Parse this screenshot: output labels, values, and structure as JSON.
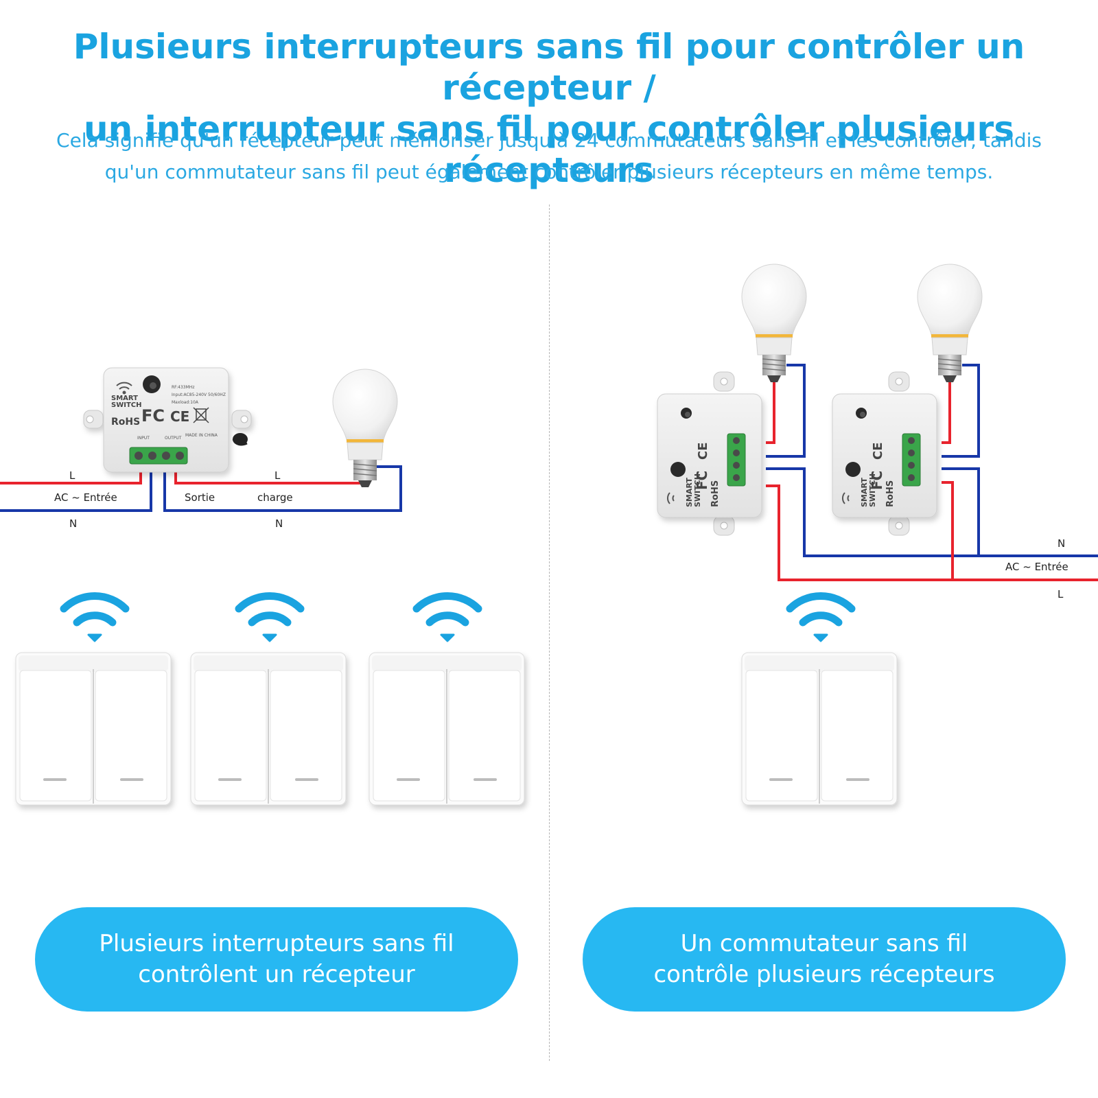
{
  "header": {
    "title_line1": "Plusieurs interrupteurs sans fil pour contrôler un récepteur /",
    "title_line2": "un interrupteur sans fil pour contrôler plusieurs récepteurs",
    "subtitle_line1": "Cela signifie qu'un récepteur peut mémoriser jusqu'à 24 commutateurs sans fil et les contrôler, tandis",
    "subtitle_line2": "qu'un commutateur sans fil peut également contrôler plusieurs récepteurs en même temps."
  },
  "left_panel": {
    "wire_labels": {
      "l_in": "L",
      "ac_in": "AC ~ Entrée",
      "n_in": "N",
      "sortie": "Sortie",
      "charge": "charge",
      "l_out": "L",
      "n_out": "N"
    },
    "receiver": {
      "brand_line1": "SMART",
      "brand_line2": "SWITCH",
      "rohs": "RoHS",
      "fc": "FC",
      "ce": "CE",
      "spec1": "RF:433MHz",
      "spec2": "Input:AC85-240V 50/60HZ",
      "spec3": "Maxload:10A",
      "input": "INPUT",
      "output": "OUTPUT",
      "made": "MADE IN CHINA"
    },
    "switch_count": 3,
    "caption_line1": "Plusieurs interrupteurs sans fil",
    "caption_line2": "contrôlent un récepteur"
  },
  "right_panel": {
    "wire_labels": {
      "n": "N",
      "ac_in": "AC ~ Entrée",
      "l": "L"
    },
    "receiver_count": 2,
    "switch_count": 1,
    "caption_line1": "Un commutateur sans fil",
    "caption_line2": "contrôle plusieurs récepteurs"
  },
  "colors": {
    "accent": "#1aa3e0",
    "pill": "#27b8f2",
    "live_wire": "#e8232d",
    "neutral_wire": "#1737a8",
    "bulb_band": "#f2b63a"
  }
}
